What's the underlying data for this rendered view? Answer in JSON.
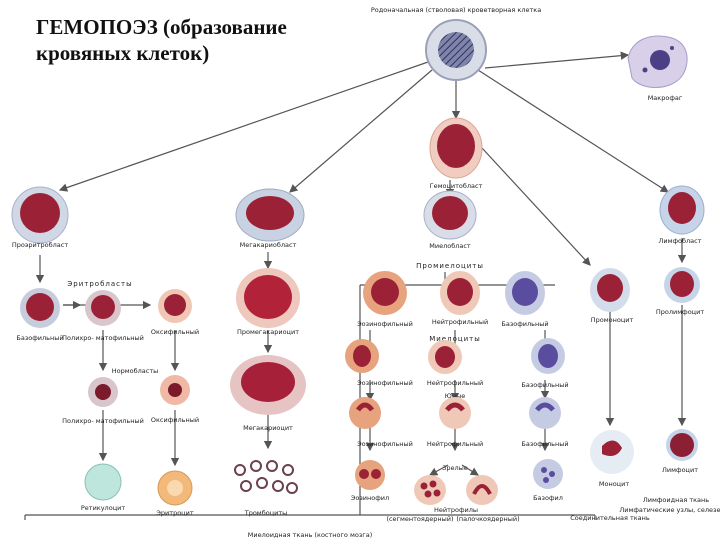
{
  "title": {
    "line1": "ГЕМОПОЭЗ (образование",
    "line2": "кровяных клеток)"
  },
  "colors": {
    "nucleus": "#9b2236",
    "cytoplasm": "#f3c9b6",
    "stem_nucleus": "#5a5f8a",
    "lymph_cytoplasm": "#c6d4ea",
    "arrow": "#555555",
    "reticulocyte": "#bfe6dc",
    "erythrocyte": "#f2b97a"
  },
  "labels": {
    "stem": "Родоначальная (стволовая) кроветворная клетка",
    "macrophage": "Макрофаг",
    "hemocytoblast": "Гемоцитобласт",
    "proerythroblast": "Проэритробласт",
    "megakaryoblast": "Мегакариобласт",
    "myeloblast": "Миелобласт",
    "lymphoblast": "Лимфобласт",
    "erythroblasts": "Эритробласты",
    "basophilic_eb": "Базофильный",
    "polychromatophilic_eb": "Полихро- матофильный",
    "oxyphilic_eb": "Оксифильный",
    "normoblasts": "Нормобласты",
    "polychromatophilic_nb": "Полихро- матофильный",
    "oxyphilic_nb": "Оксифильный",
    "reticulocyte": "Ретикулоцит",
    "erythrocyte": "Эритроцит",
    "promegakaryocyte": "Промегакариоцит",
    "megakaryocyte": "Мегакариоцит",
    "thrombocytes": "Тромбоциты",
    "promyelocytes": "Промиелоциты",
    "eosinophilic_pm": "Эозинофильный",
    "neutrophilic_pm": "Нейтрофильный",
    "basophilic_pm": "Базофильный",
    "myelocytes": "Миелоциты",
    "eosinophilic_my": "Эозинофильный",
    "neutrophilic_my": "Нейтрофильный",
    "basophilic_my": "Базофильный",
    "young": "Юные",
    "eosinophilic_y": "Эозинофильный",
    "neutrophilic_y": "Нейтрофильный",
    "basophilic_y": "Базофильный",
    "band": "Зрелые",
    "eosinophil": "Эозинофил",
    "neutrophils": "Нейтрофилы",
    "seg": "(сегментоядерный)",
    "band_nuclear": "(палочкоядерный)",
    "basophil": "Базофил",
    "promonocyte": "Промоноцит",
    "prolymphocyte": "Пролимфоцит",
    "monocyte": "Моноцит",
    "lymphocyte": "Лимфоцит",
    "lymph_tissue": "Лимфоидная ткань",
    "bone_marrow": "Миелоидная ткань (костного мозга)",
    "loose_tissue": "Соединительная ткань",
    "lymph_nodes": "Лимфатические узлы, селезенка"
  }
}
